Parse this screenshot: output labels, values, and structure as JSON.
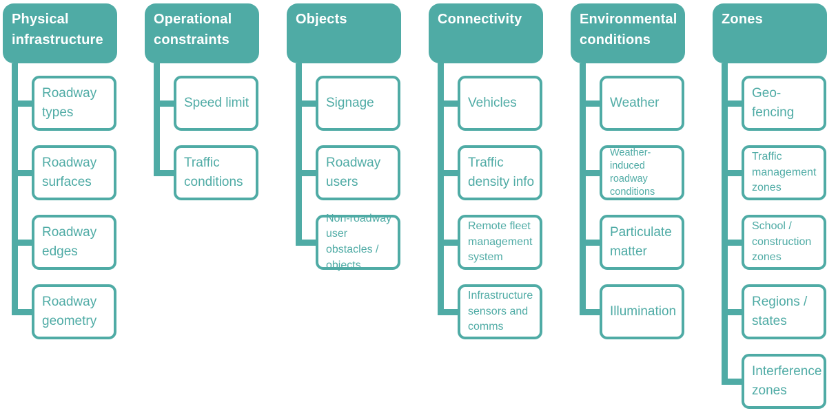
{
  "diagram": {
    "colors": {
      "teal": "#4FABA5",
      "box_bg": "#ffffff",
      "header_text": "#ffffff"
    },
    "columns": [
      {
        "header": "Physical infrastructure",
        "items": [
          {
            "label": "Roadway types",
            "size": "lg"
          },
          {
            "label": "Roadway surfaces",
            "size": "lg"
          },
          {
            "label": "Roadway edges",
            "size": "lg"
          },
          {
            "label": "Roadway geometry",
            "size": "lg"
          }
        ]
      },
      {
        "header": "Operational constraints",
        "items": [
          {
            "label": "Speed limit",
            "size": "lg"
          },
          {
            "label": "Traffic conditions",
            "size": "lg"
          }
        ]
      },
      {
        "header": "Objects",
        "items": [
          {
            "label": "Signage",
            "size": "lg"
          },
          {
            "label": "Roadway users",
            "size": "lg"
          },
          {
            "label": "Non-roadway user obstacles / objects",
            "size": "md"
          }
        ]
      },
      {
        "header": "Connectivity",
        "items": [
          {
            "label": "Vehicles",
            "size": "lg"
          },
          {
            "label": "Traffic density info",
            "size": "lg"
          },
          {
            "label": "Remote fleet management system",
            "size": "md"
          },
          {
            "label": "Infrastructure sensors and comms",
            "size": "md"
          }
        ]
      },
      {
        "header": "Environmental conditions",
        "items": [
          {
            "label": "Weather",
            "size": "lg"
          },
          {
            "label": "Weather-induced roadway conditions",
            "size": "sm"
          },
          {
            "label": "Particulate matter",
            "size": "lg"
          },
          {
            "label": "Illumination",
            "size": "lg"
          }
        ]
      },
      {
        "header": "Zones",
        "items": [
          {
            "label": "Geo-fencing",
            "size": "lg"
          },
          {
            "label": "Traffic management zones",
            "size": "md"
          },
          {
            "label": "School / construction zones",
            "size": "md"
          },
          {
            "label": "Regions / states",
            "size": "lg"
          },
          {
            "label": "Interference zones",
            "size": "lg"
          }
        ]
      }
    ]
  }
}
